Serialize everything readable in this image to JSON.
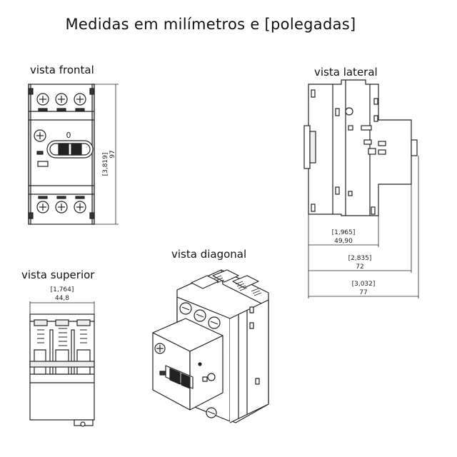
{
  "title": "Medidas em milímetros e [polegadas]",
  "views": {
    "front": "vista frontal",
    "side": "vista lateral",
    "top": "vista superior",
    "diagonal": "vista diagonal"
  },
  "front_indicator": "0",
  "dimensions": {
    "height_in": "[3,819]",
    "height_mm": "97",
    "side_d1_in": "[1,965]",
    "side_d1_mm": "49,90",
    "side_d2_in": "[2,835]",
    "side_d2_mm": "72",
    "side_d3_in": "[3,032]",
    "side_d3_mm": "77",
    "width_in": "[1,764]",
    "width_mm": "44,8"
  }
}
